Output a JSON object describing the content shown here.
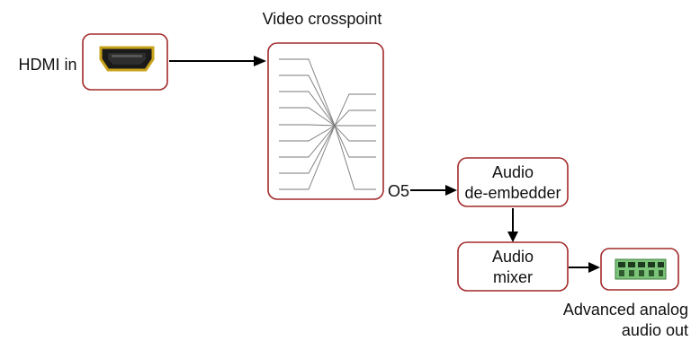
{
  "title": "Video crosspoint",
  "hdmi_label": "HDMI in",
  "output_label": "O5",
  "deembedder_lines": [
    "Audio",
    "de-embedder"
  ],
  "mixer_lines": [
    "Audio",
    "mixer"
  ],
  "analog_out_lines": [
    "Advanced analog",
    "audio out"
  ],
  "colors": {
    "box_border": "#a32a2a",
    "connector_gold": "#c8a21a",
    "terminal_green": "#7cc47a"
  },
  "icons": {
    "hdmi": "hdmi-connector-icon",
    "analog": "terminal-block-icon"
  }
}
